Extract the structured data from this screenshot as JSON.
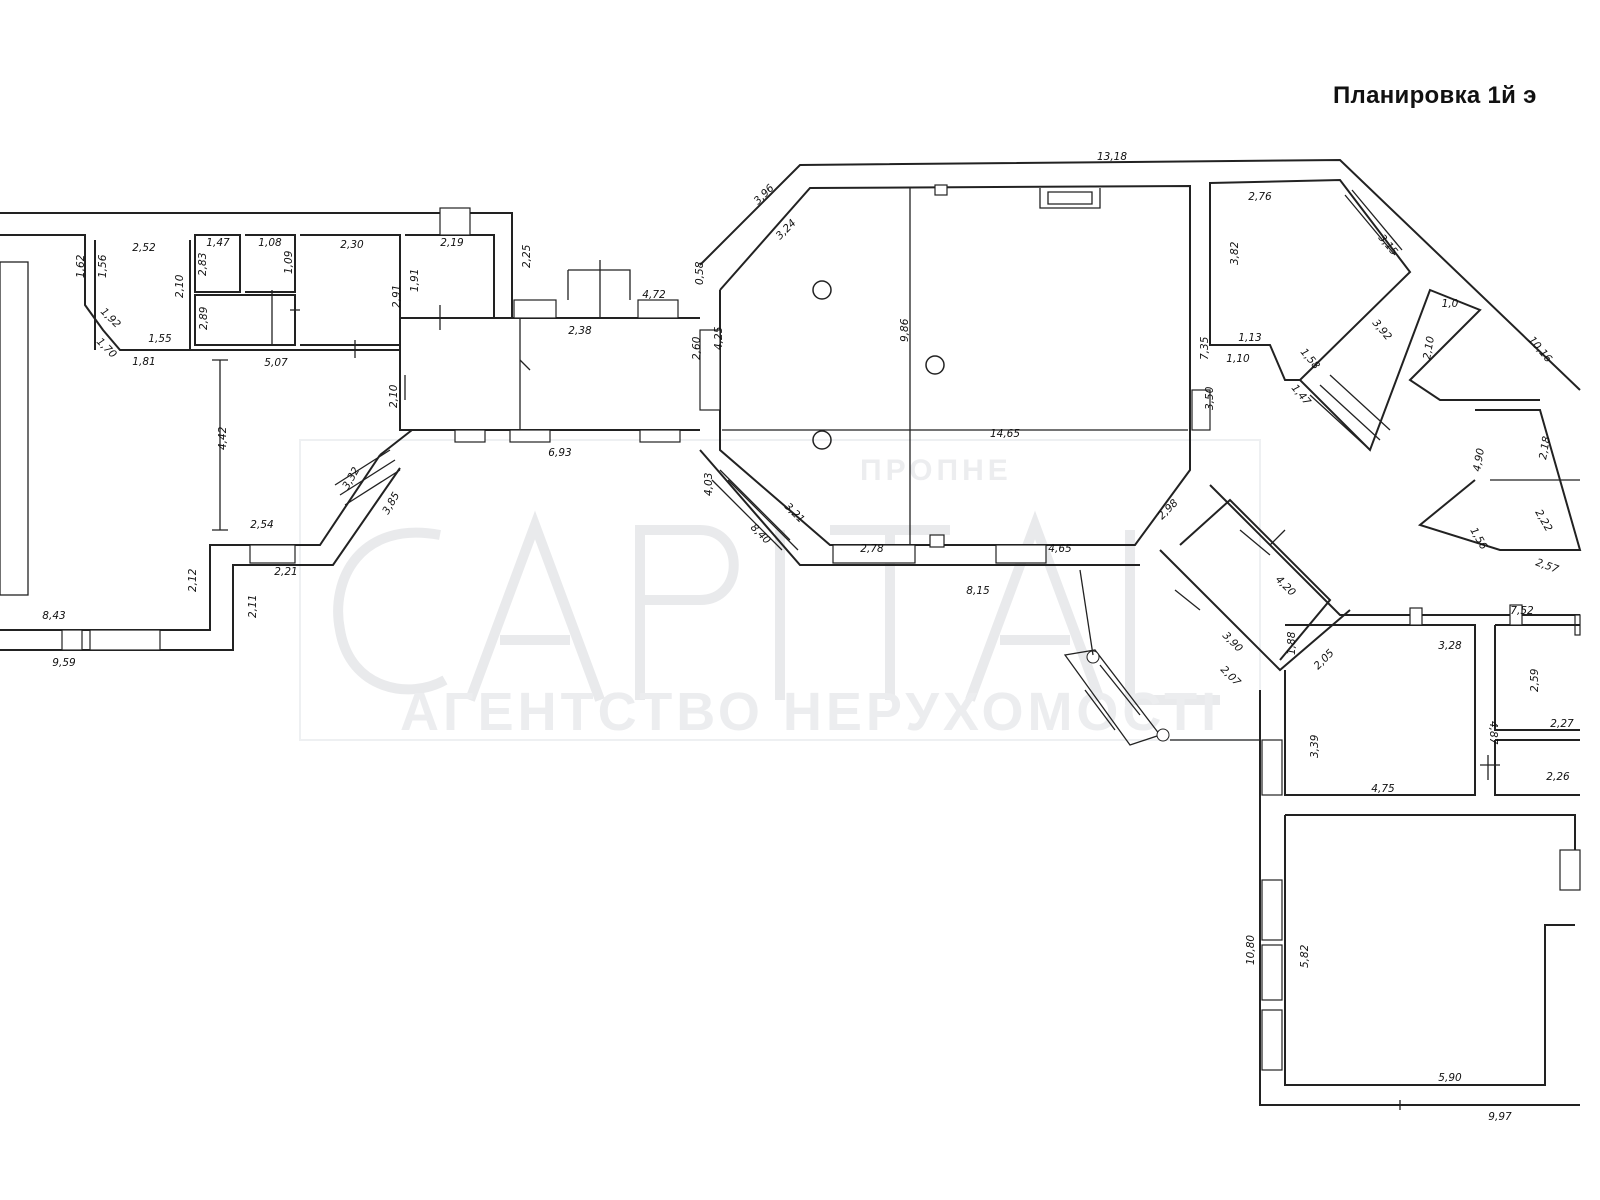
{
  "title": "Планировка 1й э",
  "watermark": {
    "brand_letters": [
      "C",
      "A",
      "P",
      "I",
      "T",
      "A",
      "L"
    ],
    "tagline": "АГЕНТСТВО НЕРУХОМОСТІ"
  },
  "dimensions": [
    "13,18",
    "3,96",
    "3,24",
    "9,86",
    "14,65",
    "7,35",
    "3,50",
    "4,25",
    "2,60",
    "4,72",
    "0,58",
    "2,38",
    "6,93",
    "2,25",
    "2,19",
    "1,91",
    "2,30",
    "2,91",
    "5,07",
    "2,52",
    "2,10",
    "1,56",
    "1,62",
    "1,92",
    "1,70",
    "1,55",
    "1,81",
    "1,47",
    "1,08",
    "1,09",
    "2,83",
    "2,89",
    "4,42",
    "2,10",
    "3,32",
    "3,85",
    "2,54",
    "2,21",
    "2,12",
    "2,11",
    "8,43",
    "9,59",
    "4,03",
    "3,21",
    "8,40",
    "2,78",
    "4,65",
    "8,15",
    "2,98",
    "4,20",
    "3,90",
    "1,88",
    "2,07",
    "2,05",
    "2,76",
    "3,82",
    "3,15",
    "1,13",
    "1,10",
    "1,58",
    "1,47",
    "3,92",
    "1,0",
    "2,10",
    "10,16",
    "4,90",
    "2,18",
    "1,56",
    "2,22",
    "2,57",
    "7,52",
    "3,28",
    "2,59",
    "2,27",
    "4,87",
    "4,75",
    "2,26",
    "3,39",
    "10,80",
    "5,82",
    "5,90",
    "9,97"
  ]
}
